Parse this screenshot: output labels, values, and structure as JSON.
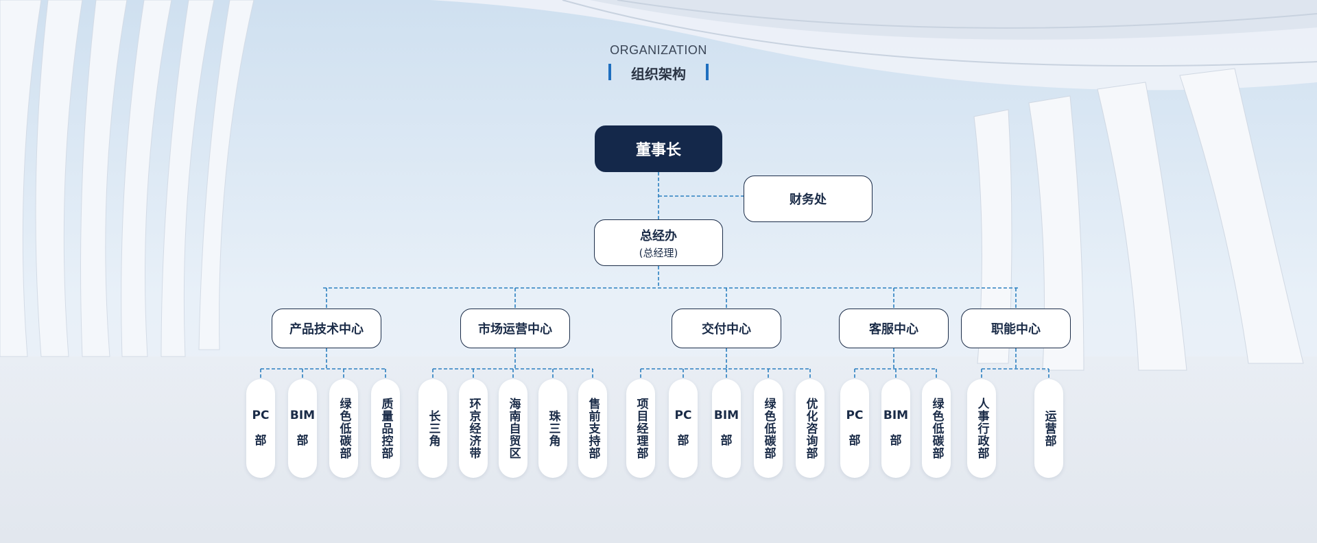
{
  "heading": {
    "en": "ORGANIZATION",
    "zh": "组织架构"
  },
  "chairman": "董事长",
  "finance": "财务处",
  "gm": {
    "title": "总经办",
    "sub": "(总经理)"
  },
  "centers": [
    {
      "name": "产品技术中心",
      "depts": [
        {
          "text": "PC部"
        },
        {
          "text": "BIM部"
        },
        {
          "text": "绿色低碳部"
        },
        {
          "text": "质量品控部"
        }
      ]
    },
    {
      "name": "市场运营中心",
      "depts": [
        {
          "text": "长三角"
        },
        {
          "text": "环京经济带"
        },
        {
          "text": "海南自贸区"
        },
        {
          "text": "珠三角"
        },
        {
          "text": "售前支持部"
        }
      ]
    },
    {
      "name": "交付中心",
      "depts": [
        {
          "text": "项目经理部"
        },
        {
          "text": "PC部"
        },
        {
          "text": "BIM部"
        },
        {
          "text": "绿色低碳部"
        },
        {
          "text": "优化咨询部"
        }
      ]
    },
    {
      "name": "客服中心",
      "depts": [
        {
          "text": "PC部"
        },
        {
          "text": "BIM部"
        },
        {
          "text": "绿色低碳部"
        }
      ]
    },
    {
      "name": "职能中心",
      "depts": [
        {
          "text": "人事行政部"
        },
        {
          "text": "运营部"
        }
      ]
    }
  ],
  "colors": {
    "navy": "#14284a",
    "line": "#2a7fc0",
    "accent": "#1f6fbf"
  }
}
